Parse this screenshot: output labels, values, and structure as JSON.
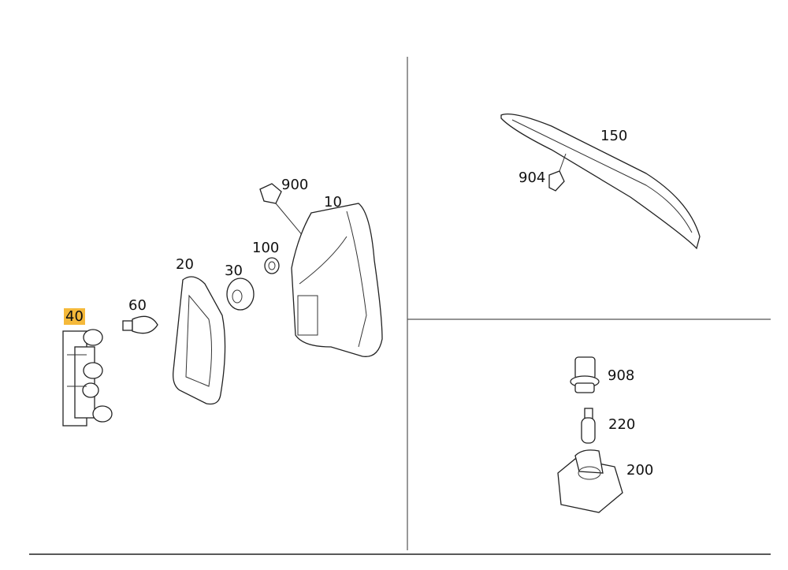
{
  "diagram": {
    "highlight_color": "#f5b93a",
    "callouts": [
      {
        "id": "40",
        "label": "40",
        "highlighted": true
      },
      {
        "id": "60",
        "label": "60"
      },
      {
        "id": "20",
        "label": "20"
      },
      {
        "id": "30",
        "label": "30"
      },
      {
        "id": "100",
        "label": "100"
      },
      {
        "id": "900",
        "label": "900"
      },
      {
        "id": "10",
        "label": "10"
      },
      {
        "id": "150",
        "label": "150"
      },
      {
        "id": "904",
        "label": "904"
      },
      {
        "id": "908",
        "label": "908"
      },
      {
        "id": "220",
        "label": "220"
      },
      {
        "id": "200",
        "label": "200"
      }
    ]
  }
}
